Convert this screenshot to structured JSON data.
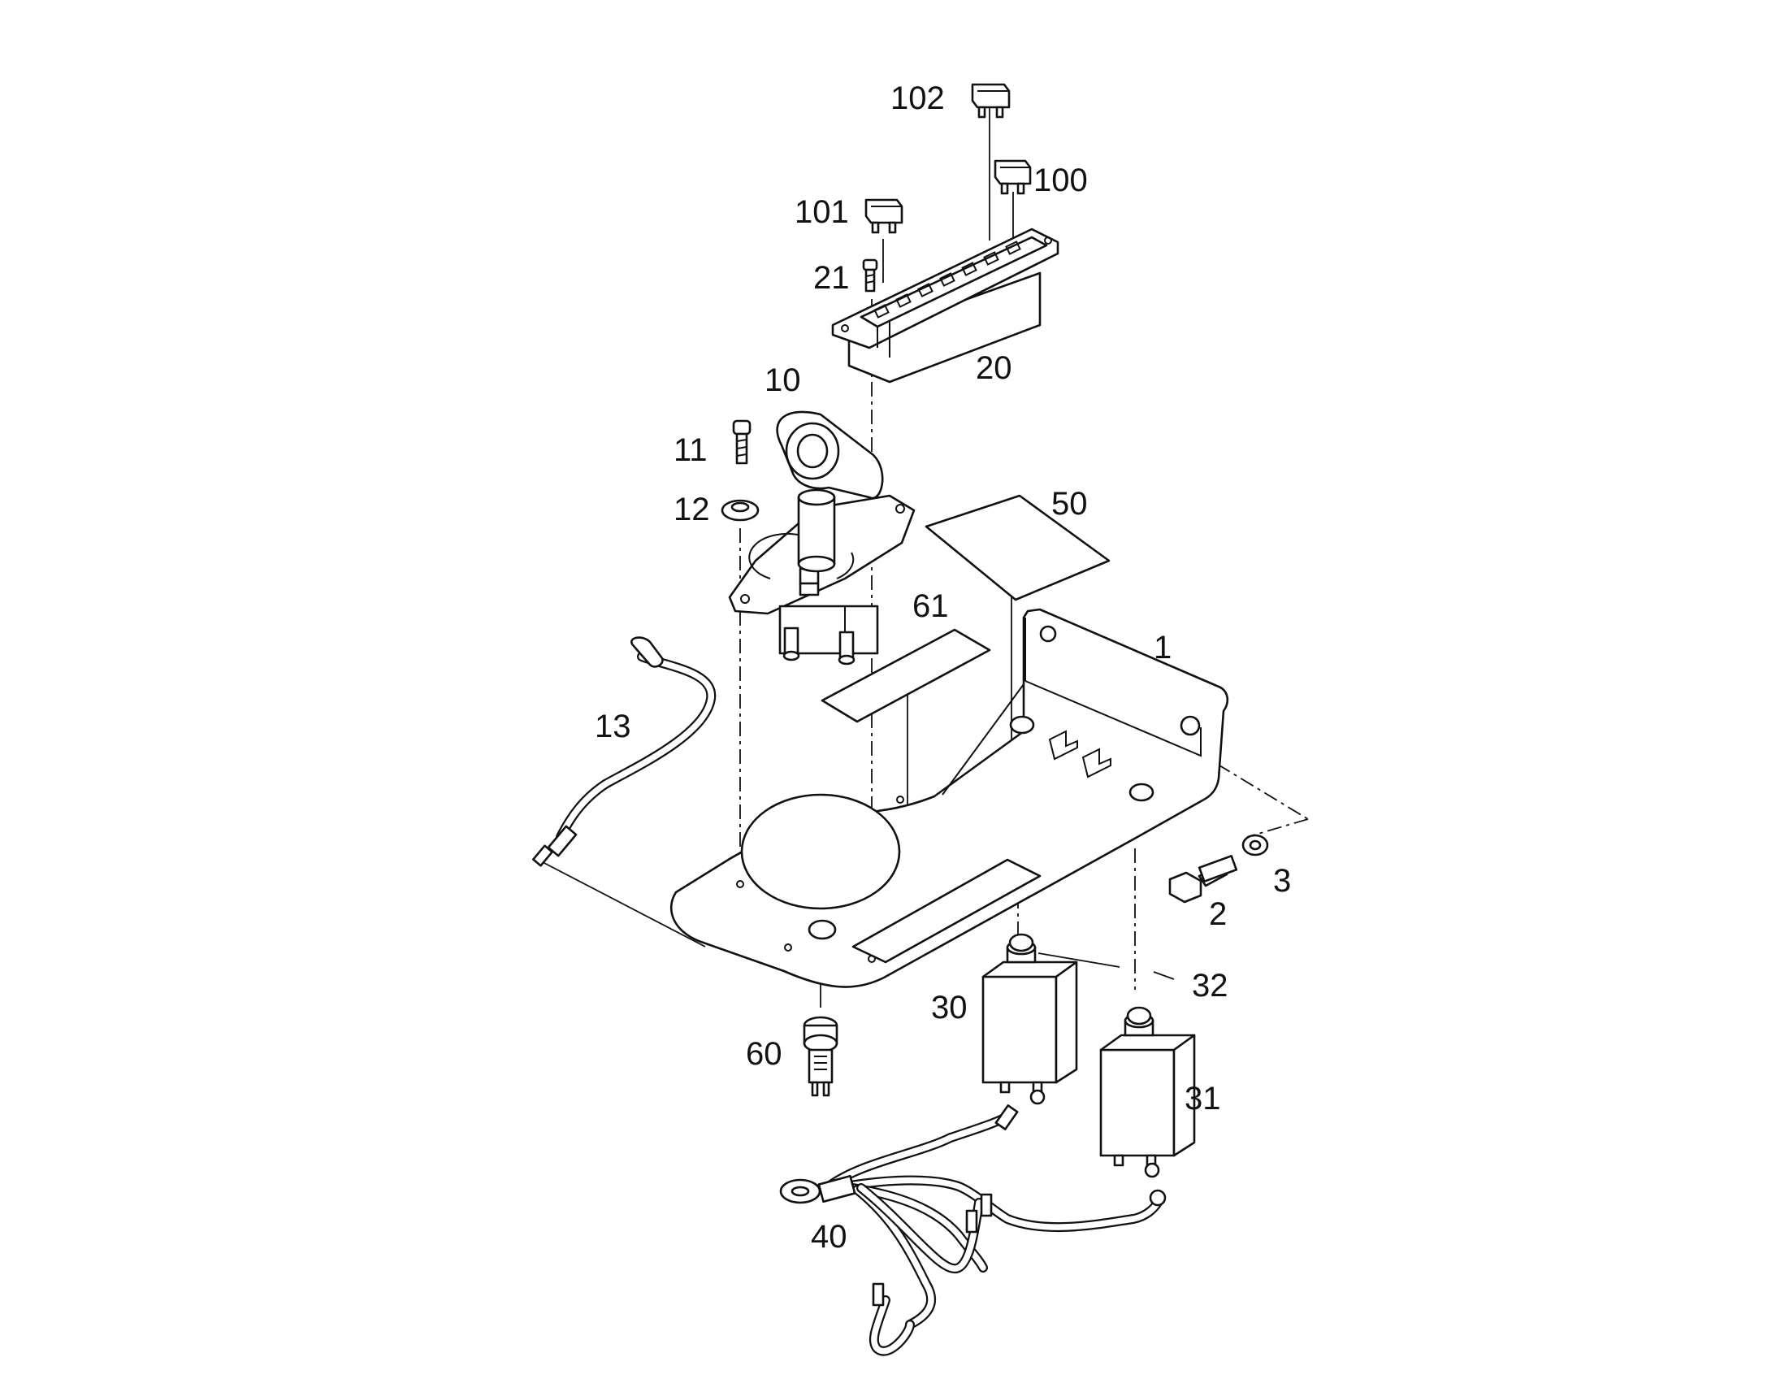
{
  "callouts": {
    "c102": "102",
    "c100": "100",
    "c101": "101",
    "c21": "21",
    "c20": "20",
    "c10": "10",
    "c11": "11",
    "c12": "12",
    "c50": "50",
    "c61": "61",
    "c1": "1",
    "c13": "13",
    "c2": "2",
    "c3": "3",
    "c32": "32",
    "c30": "30",
    "c31": "31",
    "c60": "60",
    "c40": "40"
  },
  "colors": {
    "line": "#111111",
    "background": "#ffffff"
  }
}
